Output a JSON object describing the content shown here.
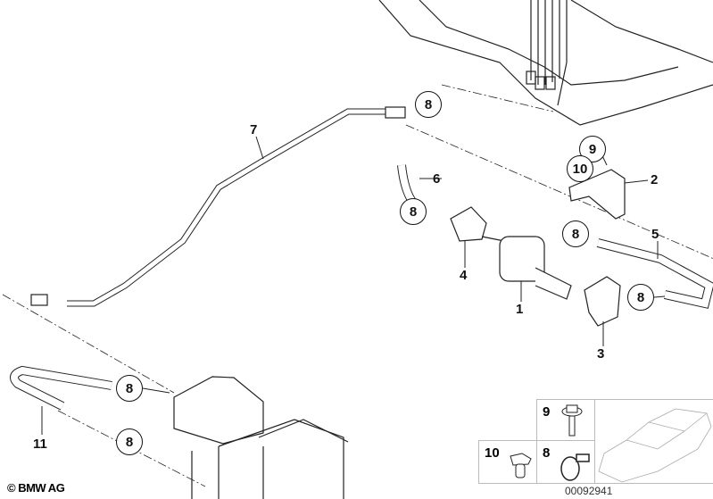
{
  "callouts": {
    "p7": "7",
    "p8a": "8",
    "p6": "6",
    "p8b": "8",
    "p9": "9",
    "p10": "10",
    "p2": "2",
    "p8c": "8",
    "p5": "5",
    "p4": "4",
    "p1": "1",
    "p8d": "8",
    "p3": "3",
    "p8e": "8",
    "p8f": "8",
    "p11": "11"
  },
  "legend": {
    "c10": "10",
    "c9": "9",
    "c8": "8"
  },
  "copyright": "© BMW AG",
  "diagram_number": "00092941"
}
